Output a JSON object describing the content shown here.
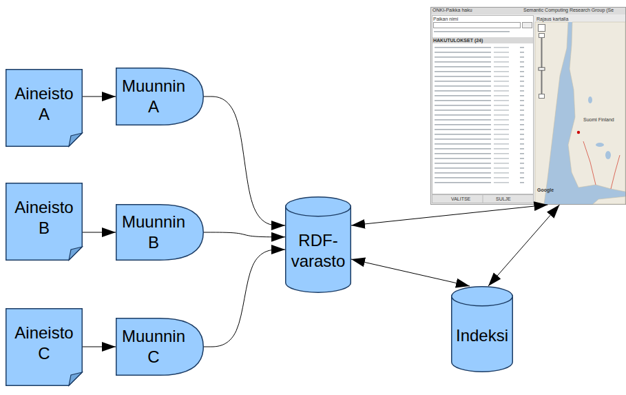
{
  "diagram": {
    "nodes": [
      {
        "text": [
          "Aineisto A"
        ]
      },
      {
        "text": [
          "Muunnin A"
        ]
      },
      {
        "text": [
          "Aineisto B"
        ]
      },
      {
        "text": [
          "Muunnin B"
        ]
      },
      {
        "text": [
          "Aineisto C"
        ]
      },
      {
        "text": [
          "Muunnin C"
        ]
      },
      {
        "text": [
          "RDF-varasto"
        ]
      },
      {
        "text": [
          "ONKI-Paikka haku",
          "Semantic Computing Research Group (Se",
          "Paikan nimi",
          "Rajaus kartalla",
          "HAKUTULOKSET (24)",
          "Suomi Finland",
          "Google",
          "VALITSE",
          "SULJE"
        ]
      },
      {
        "text": [
          "Indeksi"
        ]
      }
    ],
    "edges": [
      {
        "from": 0,
        "to": 1,
        "arrow": "to"
      },
      {
        "from": 2,
        "to": 3,
        "arrow": "to"
      },
      {
        "from": 4,
        "to": 5,
        "arrow": "to"
      },
      {
        "from": 1,
        "to": 6,
        "arrow": "to"
      },
      {
        "from": 3,
        "to": 6,
        "arrow": "to"
      },
      {
        "from": 5,
        "to": 6,
        "arrow": "to"
      },
      {
        "from": 6,
        "to": 7,
        "arrow": "both"
      },
      {
        "from": 6,
        "to": 8,
        "arrow": "both"
      },
      {
        "from": 8,
        "to": 7,
        "arrow": "both"
      }
    ]
  }
}
